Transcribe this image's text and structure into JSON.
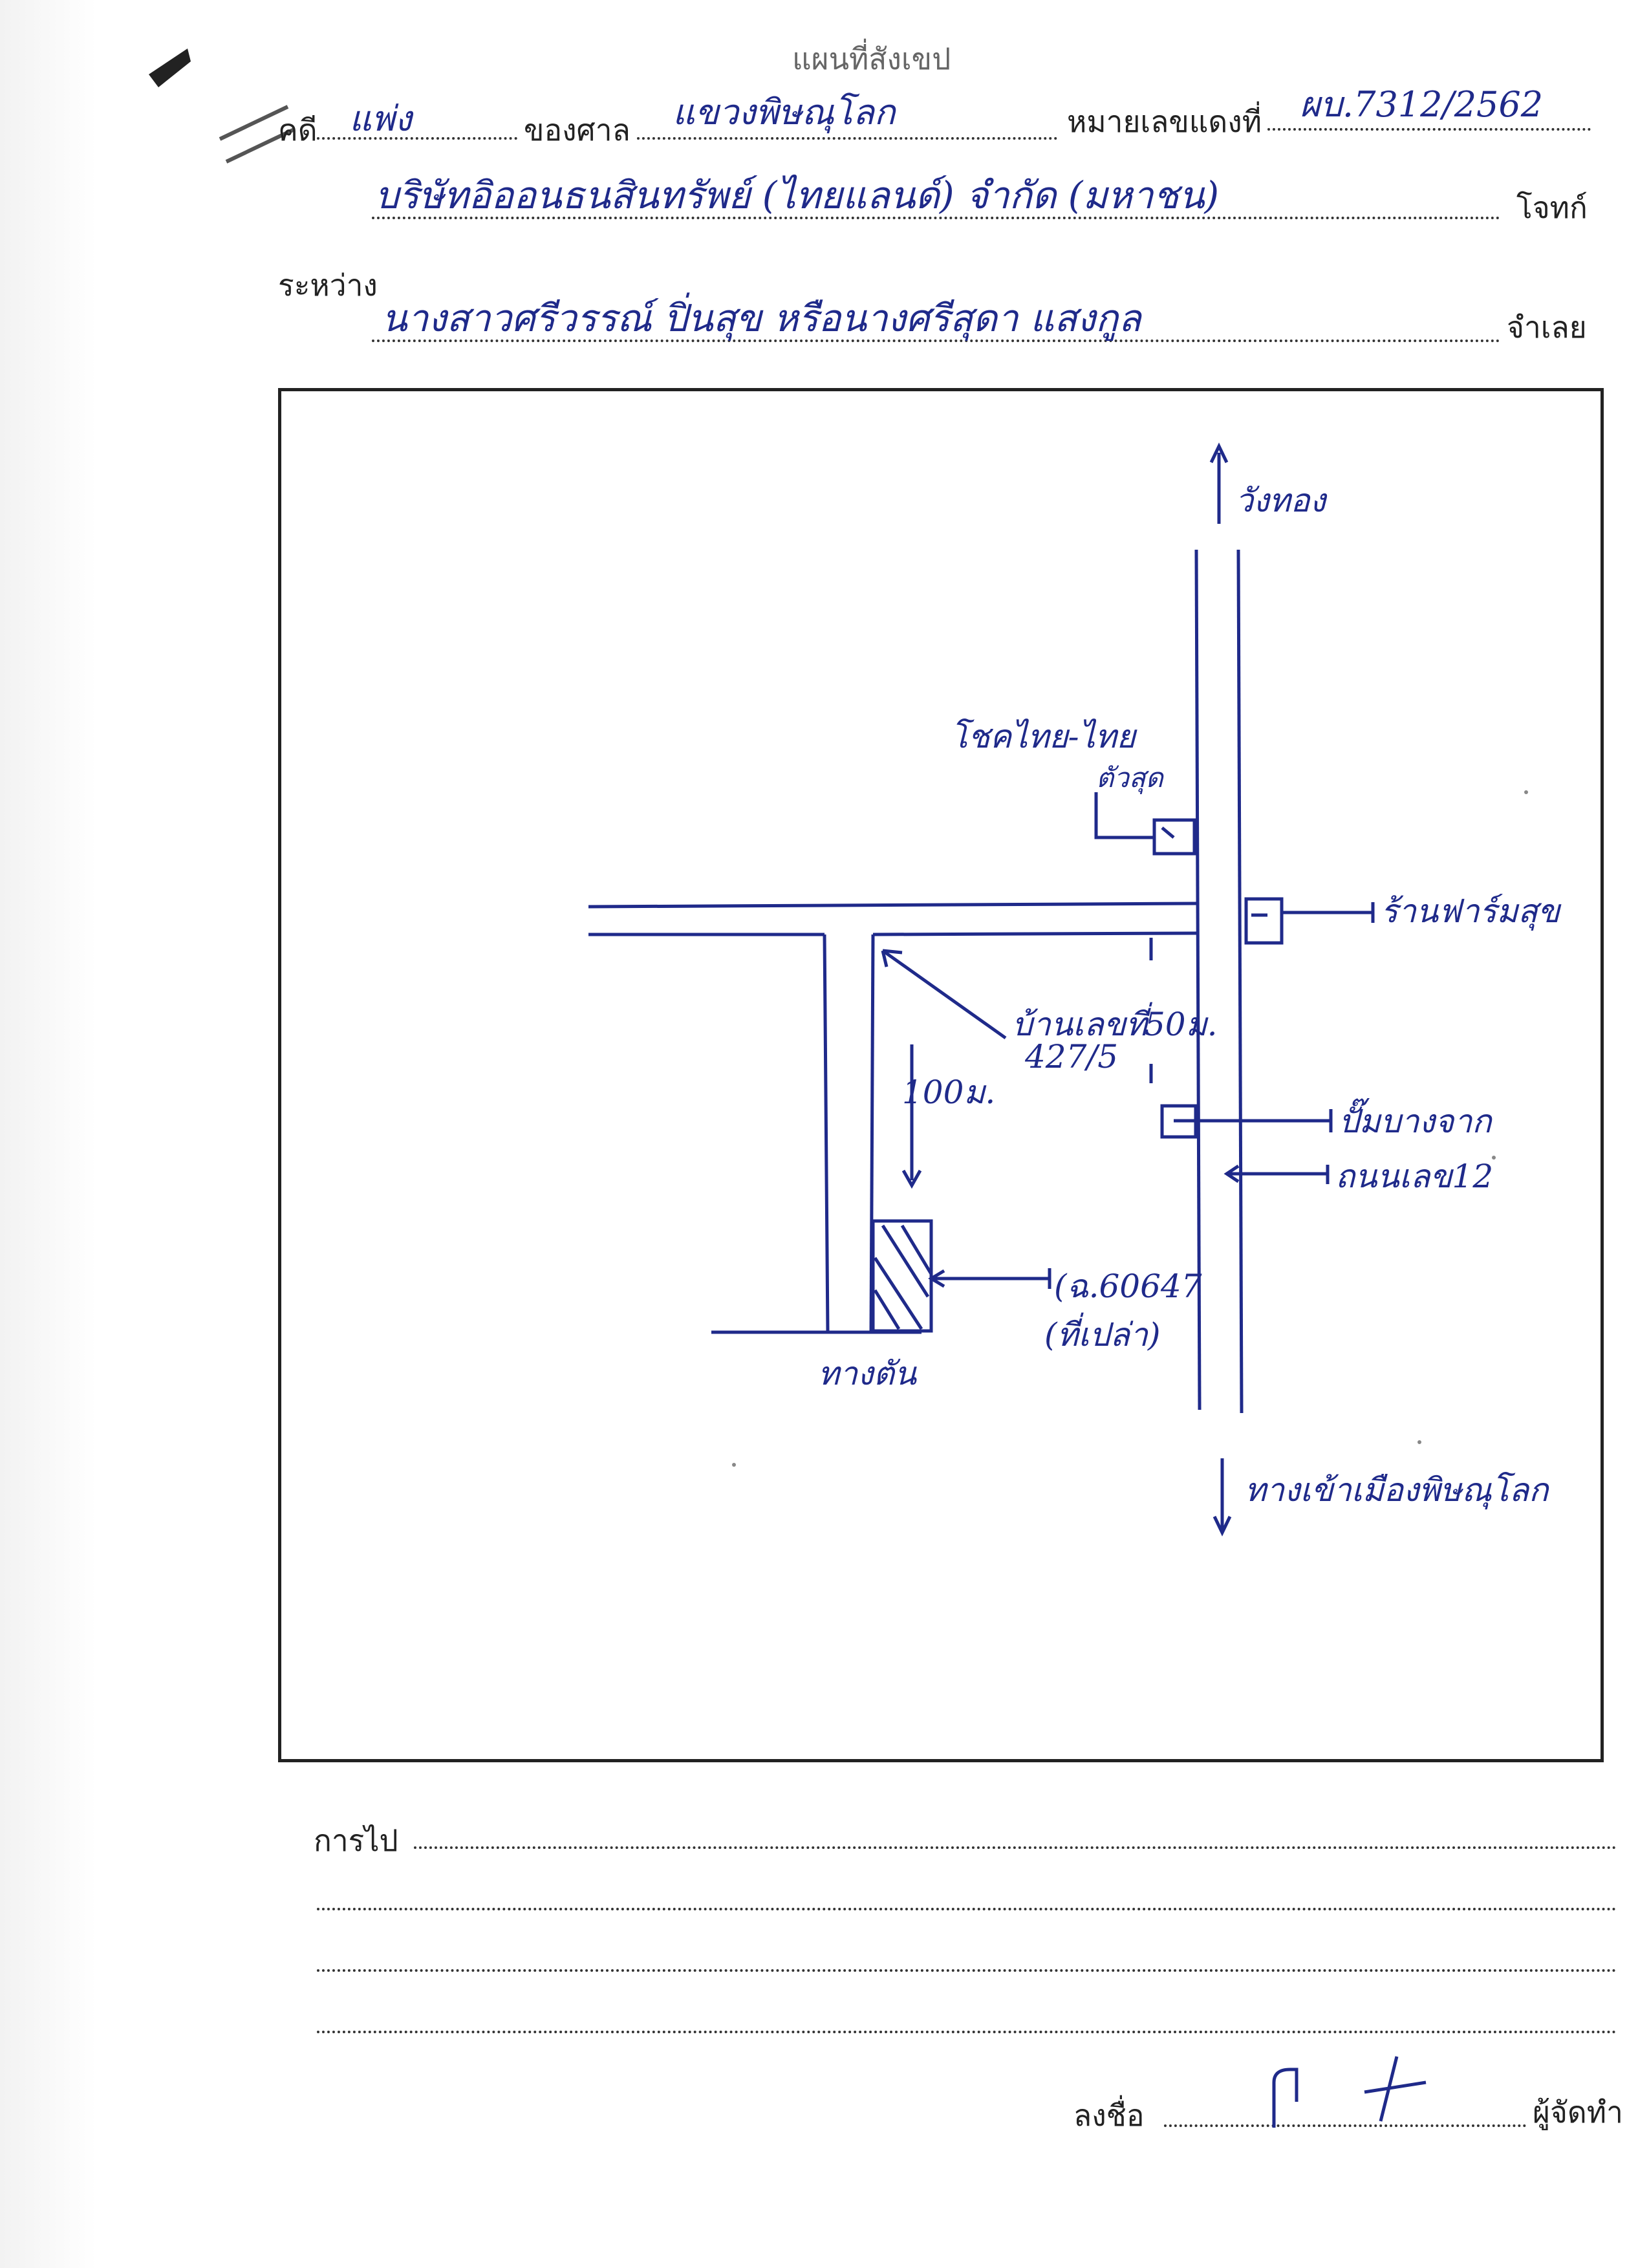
{
  "header": {
    "form_title": "แผนที่สังเขป",
    "case_label": "คดี",
    "case_type": "แพ่ง",
    "court_label": "ของศาล",
    "court_name": "แขวงพิษณุโลก",
    "red_number_label": "หมายเลขแดงที่",
    "red_number": "ผบ.7312/2562",
    "plaintiff": "บริษัทอิออนธนสินทรัพย์ (ไทยแลนด์) จำกัด (มหาชน)",
    "plaintiff_label": "โจทก์",
    "between_label": "ระหว่าง",
    "defendant": "นางสาวศรีวรรณ์ ปิ่นสุข หรือนางศรีสุดา แสงกูล",
    "defendant_label": "จำเลย"
  },
  "map": {
    "north_label": "วังทอง",
    "south_label": "ทางเข้าเมืองพิษณุโลก",
    "store_label_1": "โชคไทย-ไทย",
    "store_label_2": "ตัวสุด",
    "shop_right": "ร้านฟาร์มสุข",
    "house_label_1": "บ้านเลขที่",
    "house_distance": "50ม.",
    "house_number": "427/5",
    "distance_100": "100ม.",
    "pump_label": "ปั๊มบางจาก",
    "road_label": "ถนนเลข12",
    "land_deed": "(ฉ.60647",
    "land_note": "(ที่เปล่า)",
    "deadend_label": "ทางตัน"
  },
  "footer": {
    "route_label": "การไป",
    "sign_label": "ลงชื่อ",
    "maker_label": "ผู้จัดทำ"
  }
}
